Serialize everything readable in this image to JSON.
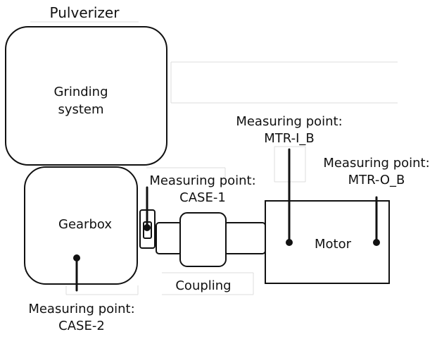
{
  "title": "Pulverizer",
  "grinding_system": {
    "line1": "Grinding",
    "line2": "system"
  },
  "gearbox": "Gearbox",
  "motor": "Motor",
  "coupling": "Coupling",
  "points": {
    "mtr_i_b": {
      "line1": "Measuring point:",
      "line2": "MTR-I_B"
    },
    "mtr_o_b": {
      "line1": "Measuring point:",
      "line2": "MTR-O_B"
    },
    "case_1": {
      "line1": "Measuring point:",
      "line2": "CASE-1"
    },
    "case_2": {
      "line1": "Measuring point:",
      "line2": "CASE-2"
    }
  }
}
